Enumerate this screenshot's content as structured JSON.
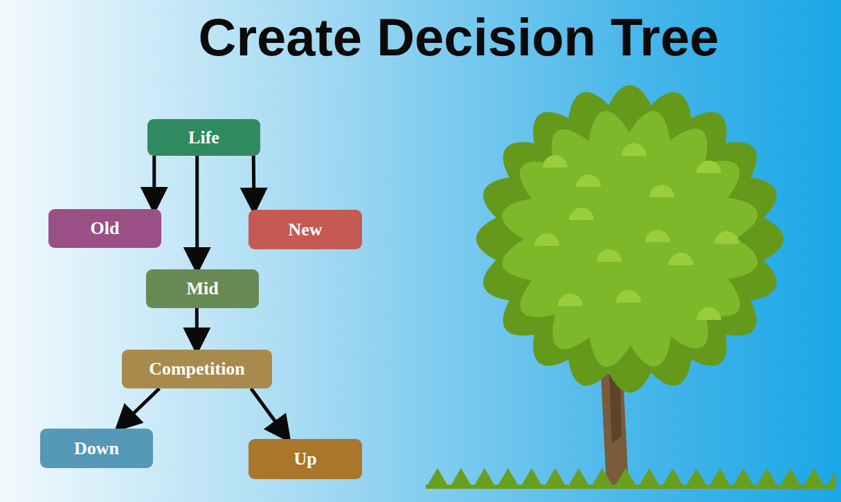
{
  "diagram": {
    "title": "Create Decision Tree",
    "nodes": [
      {
        "text": [
          "Life"
        ]
      },
      {
        "text": [
          "Old"
        ]
      },
      {
        "text": [
          "New"
        ]
      },
      {
        "text": [
          "Mid"
        ]
      },
      {
        "text": [
          "Competition"
        ]
      },
      {
        "text": [
          "Down"
        ]
      },
      {
        "text": [
          "Up"
        ]
      }
    ],
    "edges": [
      {
        "from": 0,
        "to": 1,
        "arrow": "to"
      },
      {
        "from": 0,
        "to": 3,
        "arrow": "to"
      },
      {
        "from": 0,
        "to": 2,
        "arrow": "to"
      },
      {
        "from": 3,
        "to": 4,
        "arrow": "to"
      },
      {
        "from": 4,
        "to": 5,
        "arrow": "to"
      },
      {
        "from": 4,
        "to": 6,
        "arrow": "to"
      }
    ]
  }
}
